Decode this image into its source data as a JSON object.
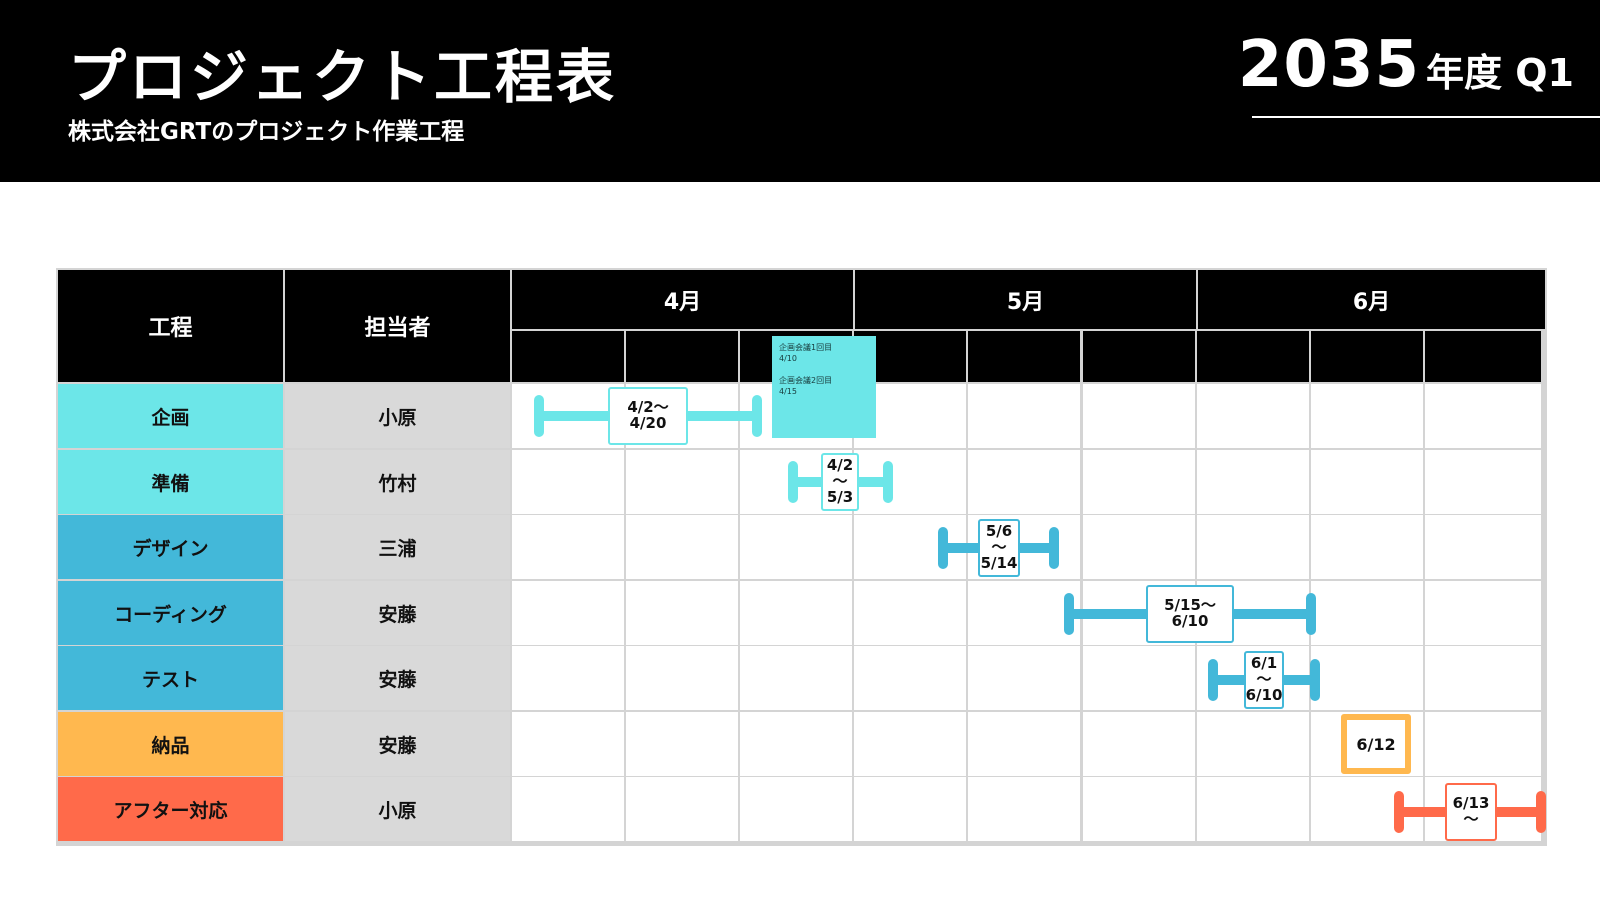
{
  "header": {
    "title": "プロジェクト工程表",
    "subtitle": "株式会社GRTのプロジェクト作業工程",
    "year": "2035",
    "period": "年度 Q1"
  },
  "table": {
    "col_process": "工程",
    "col_person": "担当者",
    "months": [
      "4月",
      "5月",
      "6月"
    ]
  },
  "rows": [
    {
      "task": "企画",
      "person": "小原",
      "color": "#6ce6e8"
    },
    {
      "task": "準備",
      "person": "竹村",
      "color": "#6ce6e8"
    },
    {
      "task": "デザイン",
      "person": "三浦",
      "color": "#43b8d9"
    },
    {
      "task": "コーディング",
      "person": "安藤",
      "color": "#43b8d9"
    },
    {
      "task": "テスト",
      "person": "安藤",
      "color": "#43b8d9"
    },
    {
      "task": "納品",
      "person": "安藤",
      "color": "#ffb84f"
    },
    {
      "task": "アフター対応",
      "person": "小原",
      "color": "#ff6a4a"
    }
  ],
  "schedule": [
    {
      "label": "4/2〜4/20",
      "color": "#6ce6e8"
    },
    {
      "label": "4/2\n〜\n5/3",
      "color": "#6ce6e8"
    },
    {
      "label": "5/6\n〜\n5/14",
      "color": "#43b8d9"
    },
    {
      "label": "5/15〜\n6/10",
      "color": "#43b8d9"
    },
    {
      "label": "6/1\n〜\n6/10",
      "color": "#43b8d9"
    },
    {
      "label": "6/12",
      "color": "#ffb84f"
    },
    {
      "label": "6/13\n〜",
      "color": "#ff6a4a"
    }
  ],
  "note": {
    "meeting1": "企画会議1回目",
    "date1": "4/10",
    "meeting2": "企画会議2回目",
    "date2": "4/15"
  }
}
